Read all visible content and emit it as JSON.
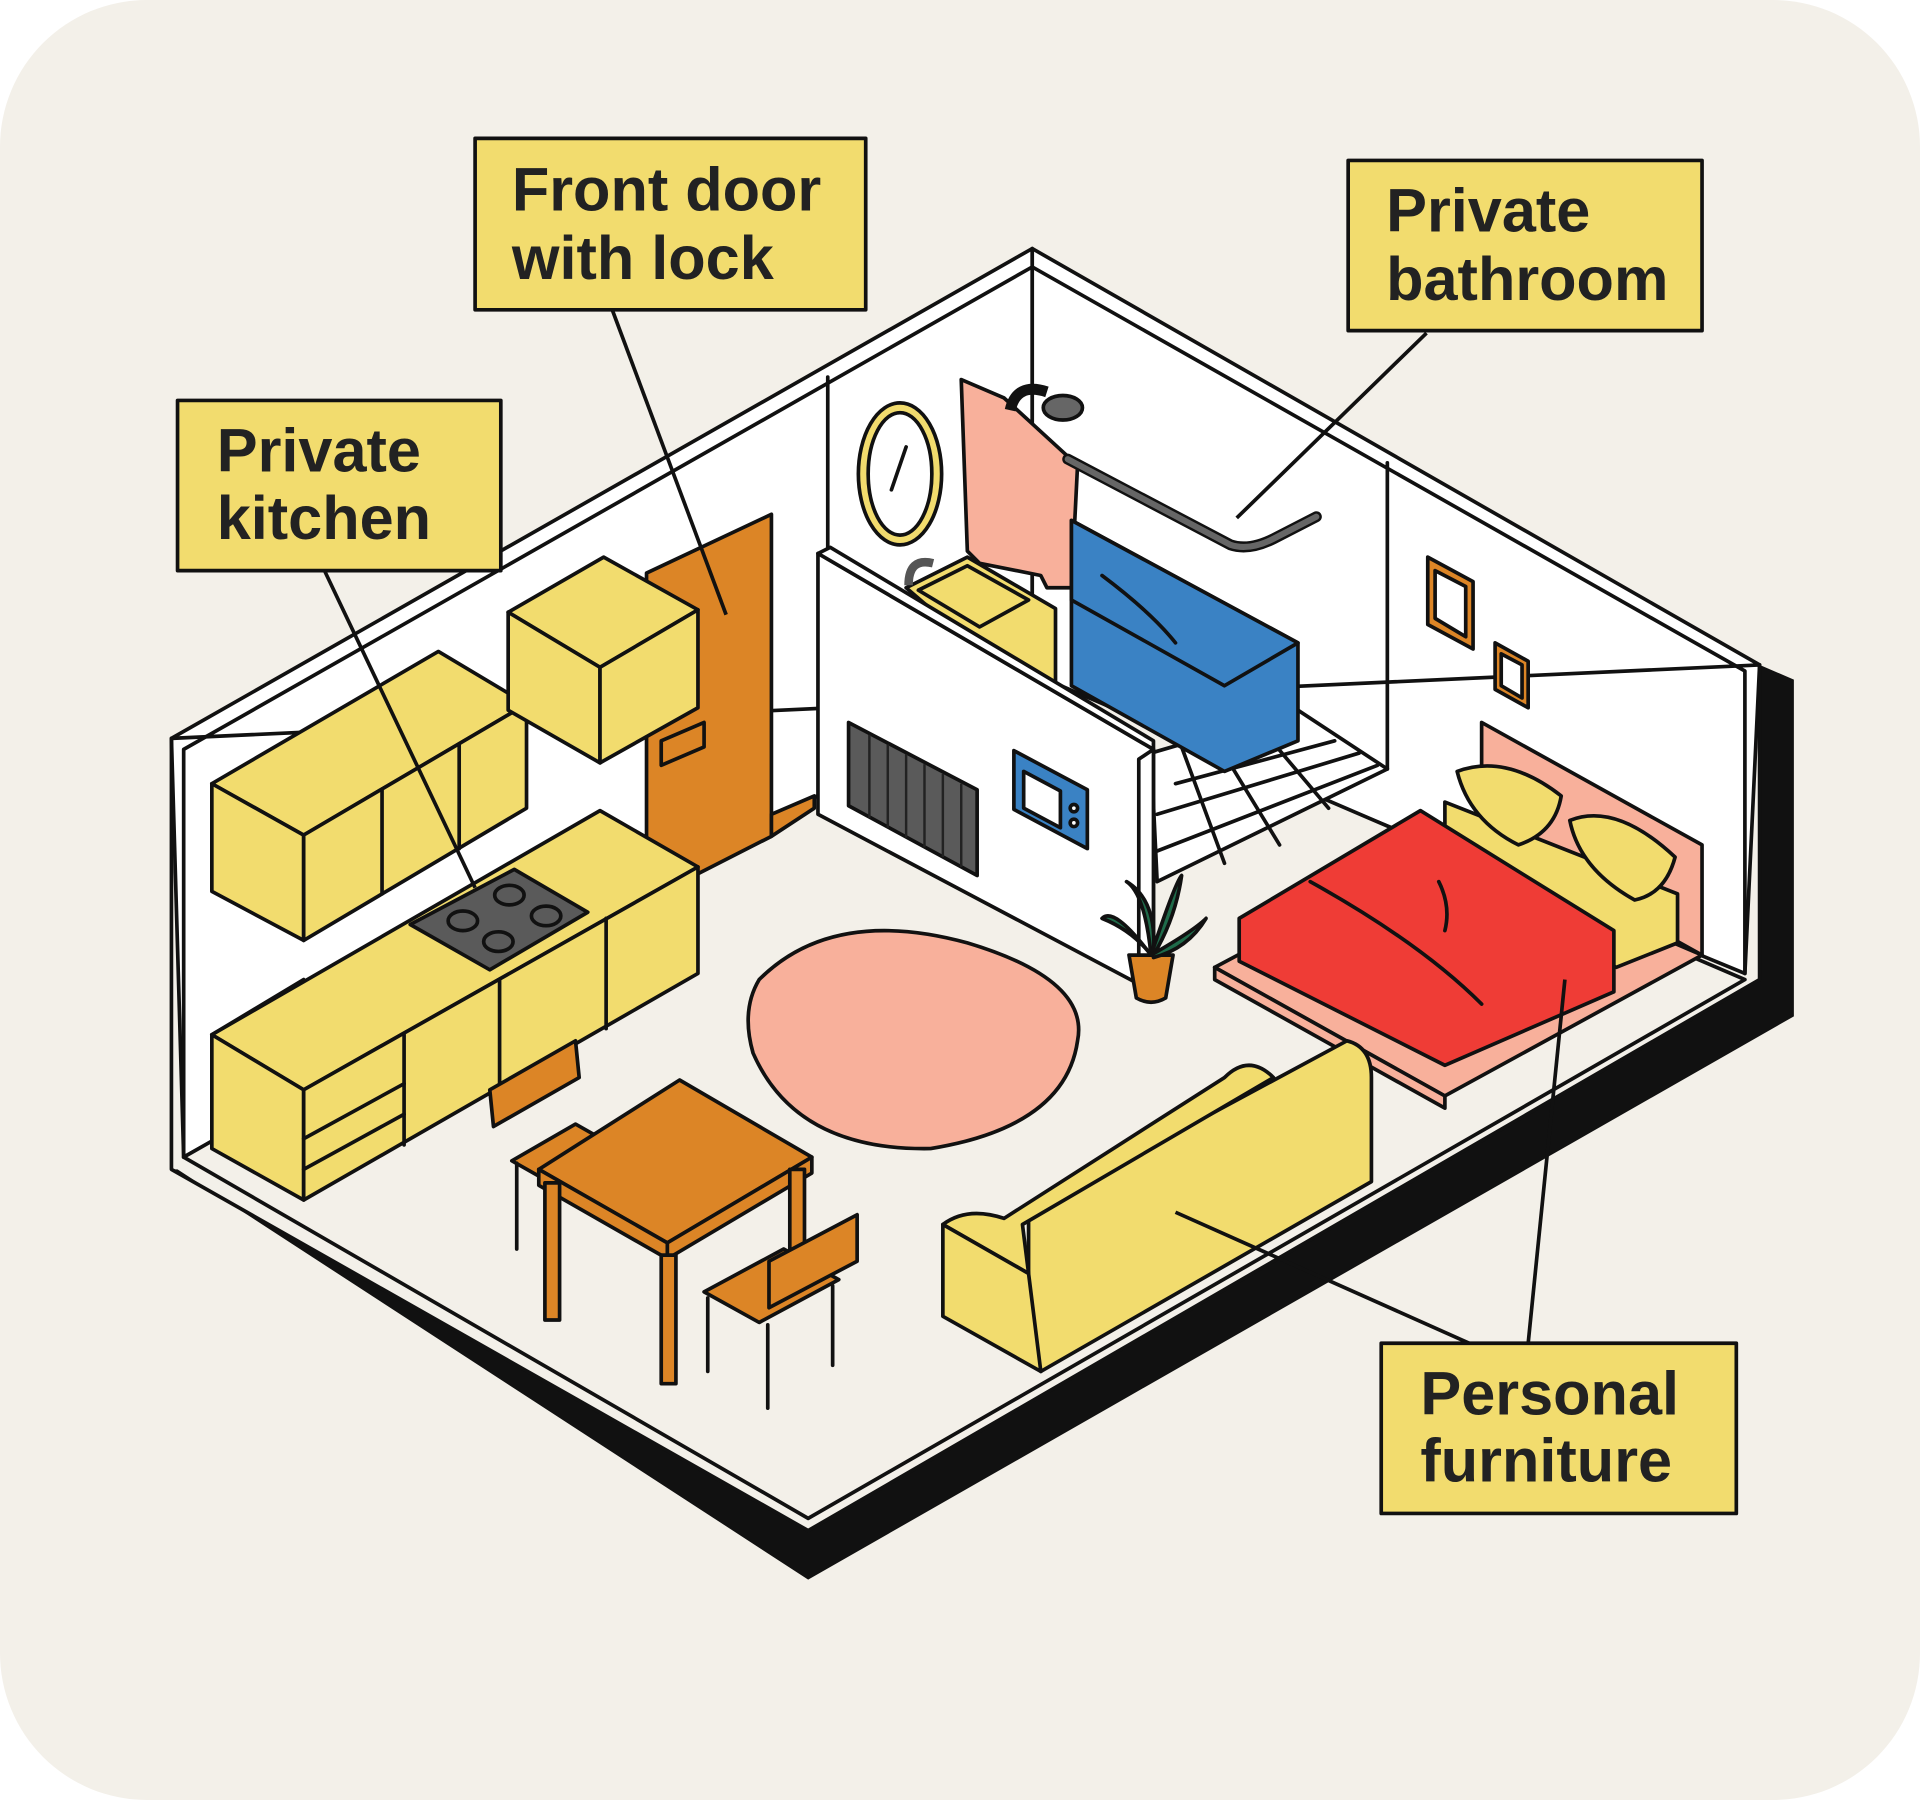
{
  "labels": {
    "front_door": {
      "line1": "Front door",
      "line2": "with lock"
    },
    "bathroom": {
      "line1": "Private",
      "line2": "bathroom"
    },
    "kitchen": {
      "line1": "Private",
      "line2": "kitchen"
    },
    "furniture": {
      "line1": "Personal",
      "line2": "furniture"
    }
  },
  "colors": {
    "background": "#f3f0e9",
    "label_fill": "#f2dc6e",
    "cabinet": "#f2dc6e",
    "wood": "#dc8526",
    "bed": "#ef3c36",
    "rug": "#f8b09b",
    "tub": "#3a82c4",
    "outline": "#111111"
  }
}
